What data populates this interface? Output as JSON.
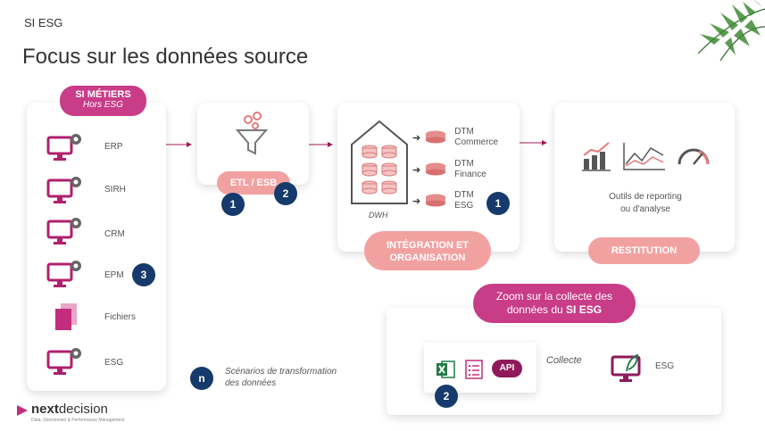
{
  "header": {
    "section": "SI ESG",
    "title": "Focus sur les données source"
  },
  "si_metiers": {
    "title": "SI MÉTIERS",
    "subtitle": "Hors ESG",
    "items": [
      "ERP",
      "SIRH",
      "CRM",
      "EPM",
      "Fichiers",
      "ESG"
    ],
    "badge": "3"
  },
  "etl": {
    "label": "ETL / ESB",
    "badges": [
      "1",
      "2"
    ]
  },
  "integration": {
    "label_line1": "INTÉGRATION ET",
    "label_line2": "ORGANISATION",
    "dwh": "DWH",
    "dtm": [
      {
        "line1": "DTM",
        "line2": "Commerce"
      },
      {
        "line1": "DTM",
        "line2": "Finance"
      },
      {
        "line1": "DTM",
        "line2": "ESG"
      }
    ],
    "badge": "1"
  },
  "restitution": {
    "label": "RESTITUTION",
    "caption_line1": "Outils de reporting",
    "caption_line2": "ou d'analyse"
  },
  "zoom": {
    "title_line1": "Zoom sur la collecte des",
    "title_line2_prefix": "données du ",
    "title_line2_bold": "SI ESG",
    "api": "API",
    "collecte": "Collecte",
    "esg": "ESG",
    "badge": "2"
  },
  "legend": {
    "badge": "n",
    "text_line1": "Scénarios de transformation",
    "text_line2": "des données"
  },
  "logo": {
    "name_a": "next",
    "name_b": "decision",
    "tagline": "Data, Décisionnel & Performance Management"
  },
  "colors": {
    "pink": "#c93c87",
    "salmon": "#f2a1a1",
    "navy": "#153a6b",
    "dark_pink": "#8e1a5c"
  }
}
